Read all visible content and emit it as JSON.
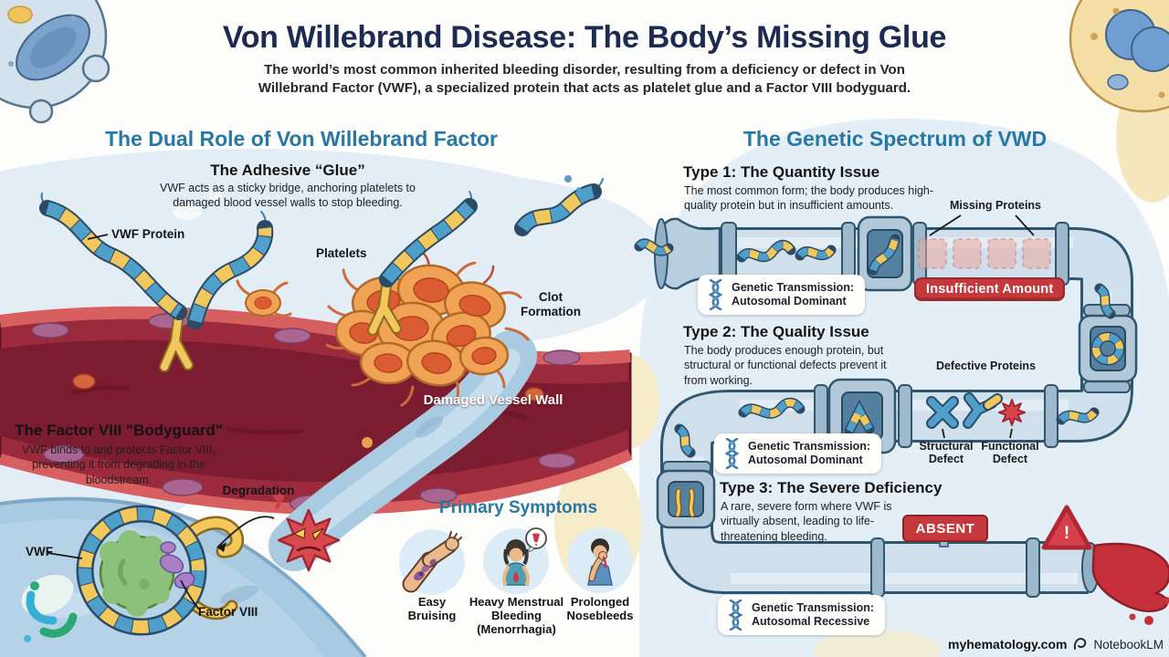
{
  "header": {
    "title": "Von Willebrand Disease: The Body’s Missing Glue",
    "subtitle": "The world’s most common inherited bleeding disorder, resulting from a deficiency or defect in Von Willebrand Factor (VWF), a specialized protein that acts as platelet glue and a Factor VIII bodyguard."
  },
  "left": {
    "title": "The Dual Role of Von Willebrand Factor",
    "adhesive": {
      "heading": "The Adhesive “Glue”",
      "body": "VWF acts as a sticky bridge, anchoring platelets to damaged blood vessel walls to stop bleeding."
    },
    "labels": {
      "vwf_protein": "VWF Protein",
      "platelets": "Platelets",
      "clot_formation": "Clot Formation",
      "damaged_vessel_wall": "Damaged Vessel Wall",
      "degradation": "Degradation",
      "vwf": "VWF",
      "factor_viii": "Factor VIII"
    },
    "bodyguard": {
      "heading": "The Factor VIII \"Bodyguard\"",
      "body": "VWF binds to and protects Factor VIII, preventing it from degrading in the bloodstream."
    }
  },
  "symptoms": {
    "title": "Primary Symptoms",
    "items": [
      {
        "label": "Easy Bruising",
        "icon": "bruised-arm-icon"
      },
      {
        "label": "Heavy Menstrual Bleeding (Menorrhagia)",
        "icon": "menstrual-bleeding-icon"
      },
      {
        "label": "Prolonged Nosebleeds",
        "icon": "nosebleed-icon"
      }
    ]
  },
  "right": {
    "title": "The Genetic Spectrum of VWD",
    "type1": {
      "heading": "Type 1: The Quantity Issue",
      "body": "The most common form; the body produces high-quality protein but in insufficient amounts.",
      "missing_label": "Missing Proteins",
      "badge": "Insufficient Amount",
      "pill": {
        "line1": "Genetic Transmission:",
        "line2": "Autosomal Dominant"
      }
    },
    "type2": {
      "heading": "Type 2: The Quality Issue",
      "body": "The body produces enough protein, but structural or functional defects prevent it from working.",
      "defective_label": "Defective Proteins",
      "structural_label": "Structural Defect",
      "functional_label": "Functional Defect",
      "pill": {
        "line1": "Genetic Transmission:",
        "line2": "Autosomal Dominant"
      }
    },
    "type3": {
      "heading": "Type 3: The Severe Deficiency",
      "body": "A rare, severe form where VWF is virtually absent, leading to life-threatening bleeding.",
      "badge": "ABSENT",
      "warning": "!",
      "pill": {
        "line1": "Genetic Transmission:",
        "line2": "Autosomal Recessive"
      }
    }
  },
  "footer": {
    "site": "myhematology.com",
    "brand": "NotebookLM"
  },
  "colors": {
    "title_navy": "#1d2b52",
    "section_teal": "#2878a3",
    "alert_red": "#c5383c",
    "pipe_fill": "#cfe0ec",
    "bead_blue": "#4f9fcb",
    "bead_yellow": "#f2c75c"
  }
}
